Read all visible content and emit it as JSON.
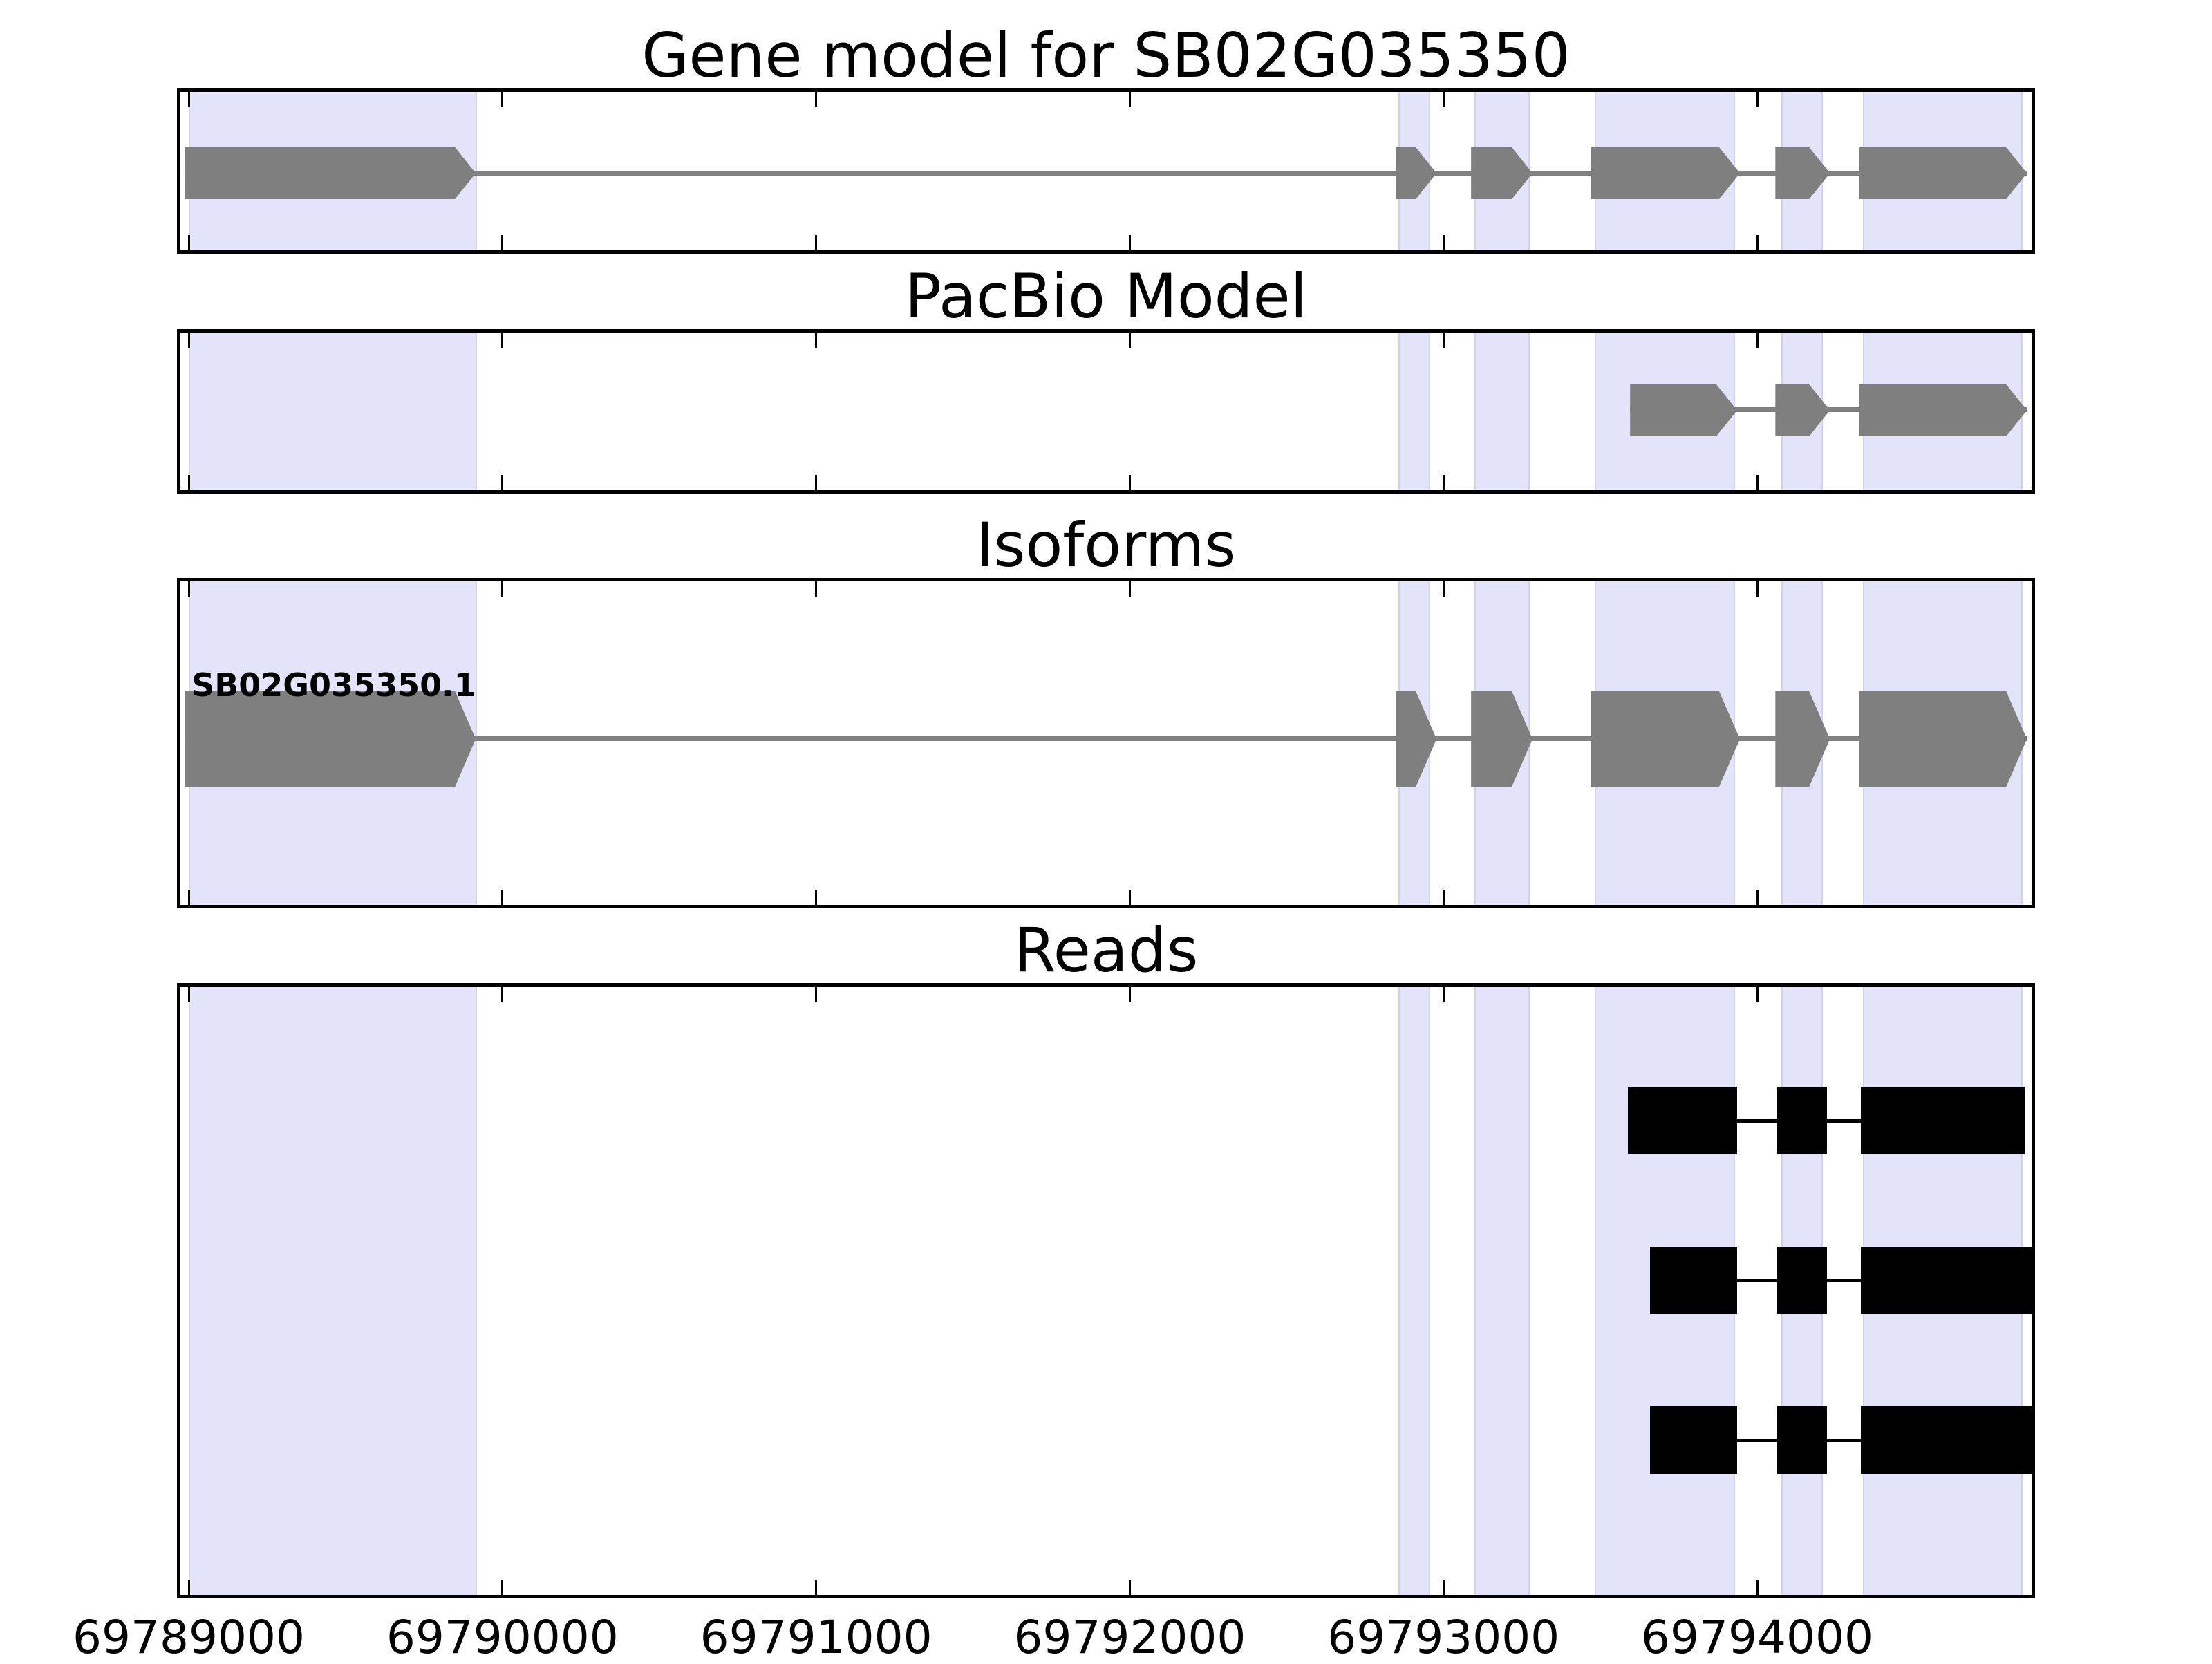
{
  "figure": {
    "background": "#ffffff",
    "colors": {
      "highlight_band": "#e3e3f9",
      "band_edge": "#d2d2ef",
      "gene_gray": "#7f7f7f",
      "intron_gray": "#808080",
      "read_black": "#000000",
      "border_black": "#000000"
    }
  },
  "panels": [
    {
      "title": "Gene model for SB02G035350"
    },
    {
      "title": "PacBio Model"
    },
    {
      "title": "Isoforms"
    },
    {
      "title": "Reads"
    }
  ],
  "axis": {
    "tick_labels": [
      "69789000",
      "69790000",
      "69791000",
      "69792000",
      "69793000",
      "69794000"
    ],
    "tick_values": [
      69789000,
      69790000,
      69791000,
      69792000,
      69793000,
      69794000
    ]
  },
  "chart_data": {
    "type": "gene-model-tracks",
    "title": "Gene model for SB02G035350",
    "x_unit": "genomic coordinate (bp)",
    "x_range": [
      69788974,
      69794875
    ],
    "x_ticks": [
      69789000,
      69790000,
      69791000,
      69792000,
      69793000,
      69794000
    ],
    "grid": false,
    "highlight_regions": [
      [
        69789000,
        69789919
      ],
      [
        69792857,
        69792958
      ],
      [
        69793099,
        69793275
      ],
      [
        69793482,
        69793930
      ],
      [
        69794077,
        69794210
      ],
      [
        69794337,
        69794846
      ]
    ],
    "tracks": [
      {
        "name": "Gene model for SB02G035350",
        "type": "gene",
        "strand": "+",
        "exons": [
          [
            69788987,
            69789915
          ],
          [
            69792848,
            69792978
          ],
          [
            69793088,
            69793284
          ],
          [
            69793471,
            69793945
          ],
          [
            69794058,
            69794232
          ],
          [
            69794326,
            69794860
          ]
        ]
      },
      {
        "name": "PacBio Model",
        "type": "gene",
        "strand": "+",
        "exons": [
          [
            69793595,
            69793936
          ],
          [
            69794058,
            69794232
          ],
          [
            69794326,
            69794860
          ]
        ]
      },
      {
        "name": "Isoforms",
        "type": "isoforms",
        "isoforms": [
          {
            "label": "SB02G035350.1",
            "strand": "+",
            "exons": [
              [
                69788987,
                69789915
              ],
              [
                69792848,
                69792978
              ],
              [
                69793088,
                69793284
              ],
              [
                69793471,
                69793945
              ],
              [
                69794058,
                69794232
              ],
              [
                69794326,
                69794860
              ]
            ]
          }
        ]
      },
      {
        "name": "Reads",
        "type": "reads",
        "reads": [
          {
            "exons": [
              [
                69793588,
                69793936
              ],
              [
                69794064,
                69794223
              ],
              [
                69794331,
                69794855
              ]
            ]
          },
          {
            "exons": [
              [
                69793659,
                69793936
              ],
              [
                69794064,
                69794223
              ],
              [
                69794331,
                69794879
              ]
            ]
          },
          {
            "exons": [
              [
                69793659,
                69793936
              ],
              [
                69794064,
                69794223
              ],
              [
                69794331,
                69794879
              ]
            ]
          }
        ]
      }
    ]
  }
}
